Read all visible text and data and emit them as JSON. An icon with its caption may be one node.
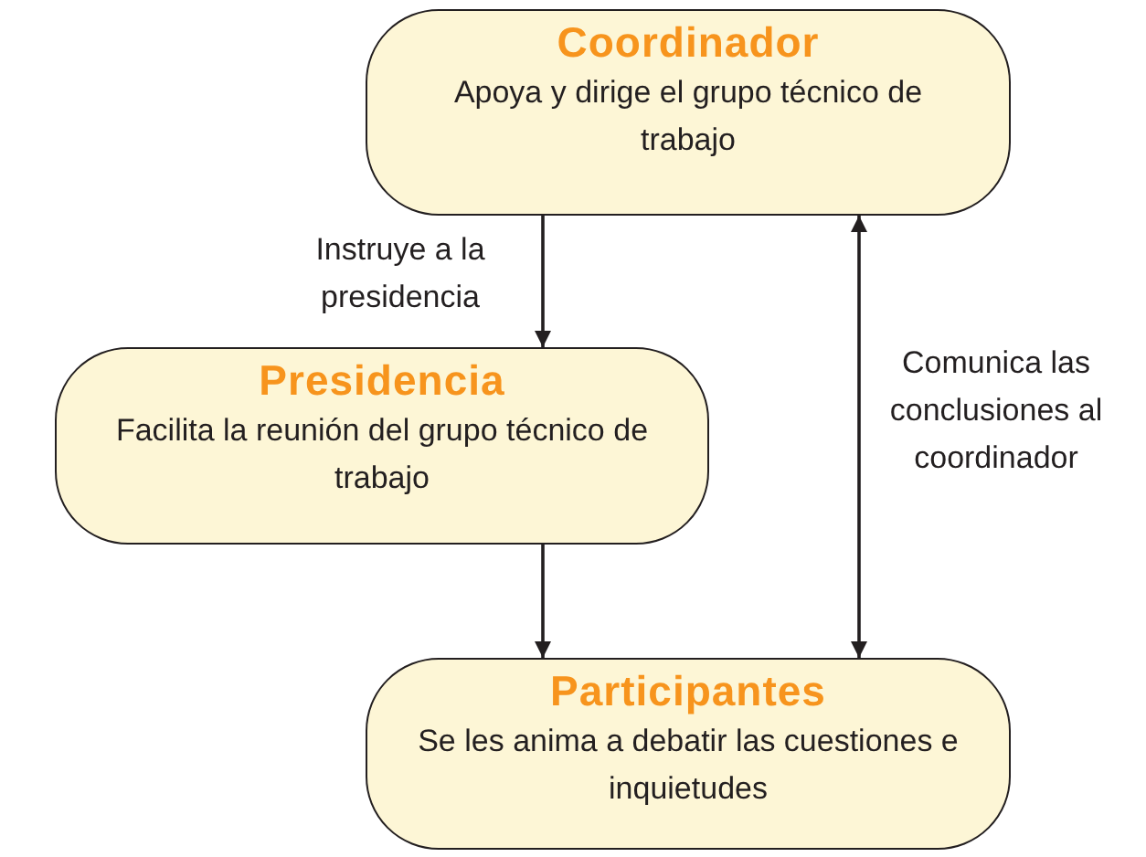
{
  "diagram": {
    "nodes": [
      {
        "text": [
          "Coordinador",
          "Apoya y dirige el grupo técnico de trabajo"
        ]
      },
      {
        "text": [
          "Presidencia",
          "Facilita la reunión del grupo técnico de trabajo"
        ]
      },
      {
        "text": [
          "Participantes",
          "Se les anima a debatir las cuestiones e inquietudes"
        ]
      }
    ],
    "edges": [
      {
        "from": 0,
        "to": 1,
        "arrow": "to",
        "label": "Instruye a la presidencia"
      },
      {
        "from": 1,
        "to": 2,
        "arrow": "to"
      },
      {
        "from": 2,
        "to": 0,
        "arrow": "both",
        "label": "Comunica las conclusiones al coordinador"
      }
    ]
  }
}
